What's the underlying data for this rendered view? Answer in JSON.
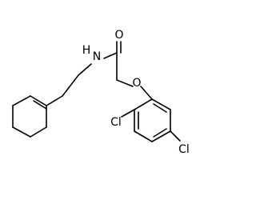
{
  "atoms": {
    "nitrogen": "N",
    "hydrogen": "H",
    "carbonyl_oxygen": "O",
    "ether_oxygen": "O",
    "chlorine_ortho": "Cl",
    "chlorine_para": "Cl"
  },
  "colors": {
    "bond": "#000000",
    "background": "#ffffff"
  }
}
